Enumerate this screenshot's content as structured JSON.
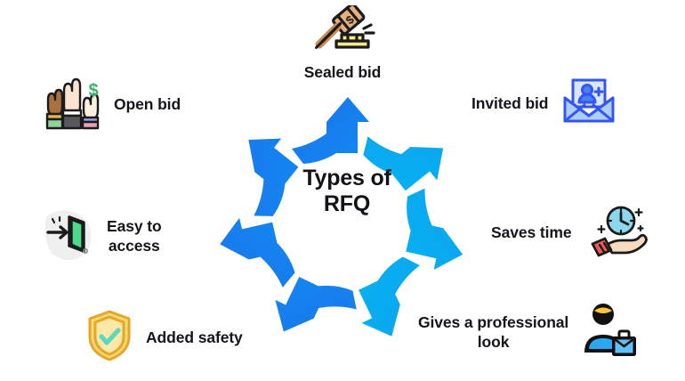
{
  "diagram": {
    "type": "radial-cycle",
    "center": {
      "title": "Types of\nRFQ"
    },
    "colors": {
      "arrow_deep_blue": "#1577E0",
      "arrow_cyan_blue": "#06AEEF",
      "text_dark": "#14161a",
      "background": "#ffffff"
    },
    "arrow_count": 7,
    "nodes": [
      {
        "id": "sealed-bid",
        "label": "Sealed bid",
        "icon": "gavel-dollar-icon",
        "position": "top"
      },
      {
        "id": "open-bid",
        "label": "Open bid",
        "icon": "raised-hands-dollar-icon",
        "position": "top-left"
      },
      {
        "id": "invited-bid",
        "label": "Invited bid",
        "icon": "envelope-add-person-icon",
        "position": "top-right"
      },
      {
        "id": "easy-access",
        "label": "Easy to\naccess",
        "icon": "door-enter-arrow-icon",
        "position": "left"
      },
      {
        "id": "saves-time",
        "label": "Saves time",
        "icon": "hand-holding-clock-icon",
        "position": "right"
      },
      {
        "id": "added-safety",
        "label": "Added safety",
        "icon": "shield-check-icon",
        "position": "bottom-left"
      },
      {
        "id": "professional-look",
        "label": "Gives a professional\nlook",
        "icon": "businessperson-briefcase-icon",
        "position": "bottom-right"
      }
    ]
  }
}
